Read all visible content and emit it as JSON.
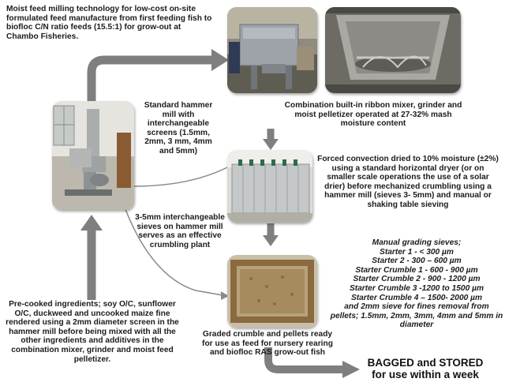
{
  "texts": {
    "intro": "Moist feed milling technology for low-cost on-site formulated feed manufacture from first feeding fish to biofloc C/N ratio feeds (15.5:1) for grow-out at Chambo Fisheries.",
    "hammer_mill": "Standard hammer mill with interchangeable screens (1.5mm, 2mm, 3 mm, 4mm and 5mm)",
    "mixer": "Combination built-in ribbon mixer, grinder and moist pelletizer operated at 27-32% mash moisture content",
    "dryer": "Forced convection dried to 10% moisture (±2%) using a standard horizontal dryer (or on smaller scale operations the use of a solar drier) before mechanized crumbling using a hammer mill (sieves 3- 5mm) and manual or shaking table sieving",
    "sieves_hammer": "3-5mm interchangeable sieves on hammer mill serves as an effective crumbling plant",
    "grading_title": "Manual grading sieves;",
    "grading_lines": [
      "Starter 1 - < 300 µm",
      "Starter 2 - 300 – 600 µm",
      "Starter Crumble 1 - 600 - 900 µm",
      "Starter Crumble 2 - 900 - 1200 µm",
      "Starter Crumble 3 -1200 to 1500 µm",
      "Starter Crumble 4 – 1500- 2000 µm"
    ],
    "grading_tail": "and 2mm sieve for fines removal from pellets; 1.5mm, 2mm, 3mm, 4mm and 5mm in diameter",
    "precooked": "Pre-cooked ingredients; soy O/C, sunflower O/C, duckweed and uncooked maize fine rendered using a 2mm diameter screen in the hammer mill before being mixed with all the other ingredients and additives in the combination mixer, grinder and moist feed pelletizer.",
    "graded": "Graded crumble and pellets ready for use as feed for nursery rearing and biofloc RAS grow-out fish",
    "final_1": "BAGGED and STORED",
    "final_2": "for use within a week"
  },
  "colors": {
    "arrow": "#7f7f7f",
    "text": "#1c1c1c"
  }
}
